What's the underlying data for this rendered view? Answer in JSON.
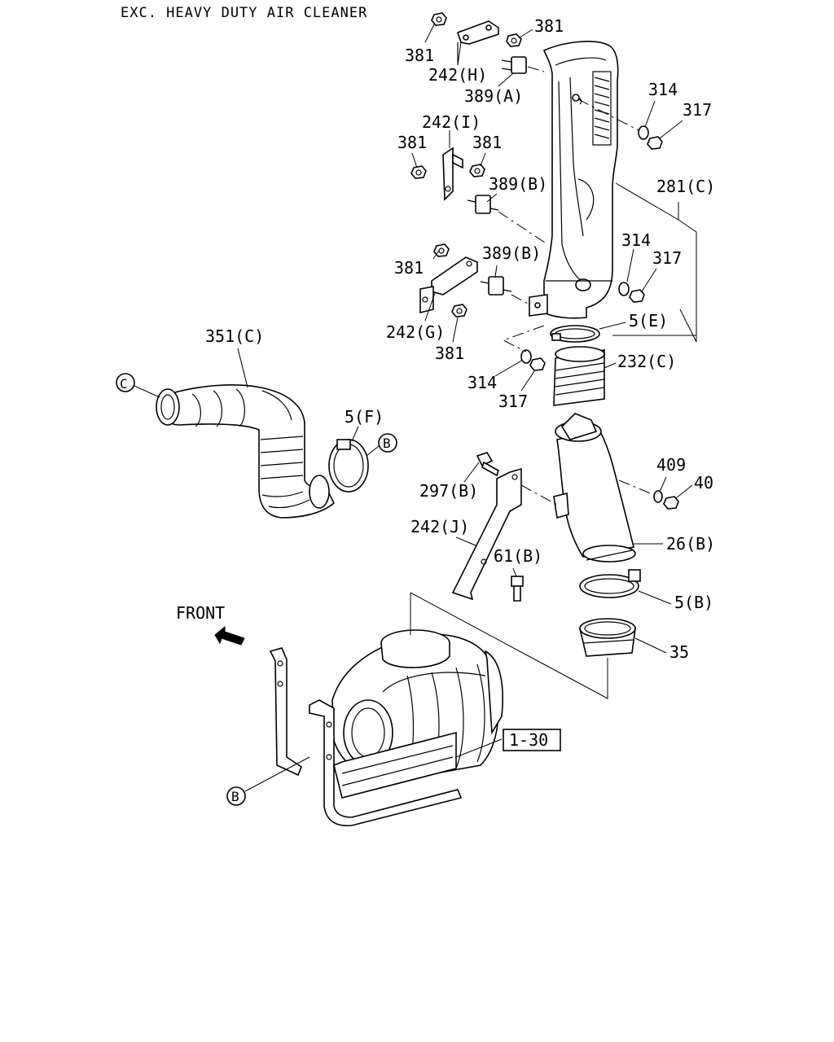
{
  "title": "EXC. HEAVY DUTY AIR CLEANER",
  "front_label": "FRONT",
  "ref_box": "1-30",
  "callouts": {
    "c_left": "C",
    "b_right": "B",
    "b_bottom": "B"
  },
  "labels": {
    "l381_a": "381",
    "l381_b": "381",
    "l242h": "242(H)",
    "l389a": "389(A)",
    "l314_a": "314",
    "l317_a": "317",
    "l242i": "242(I)",
    "l381_c": "381",
    "l381_d": "381",
    "l389b_a": "389(B)",
    "l281c": "281(C)",
    "l314_b": "314",
    "l317_b": "317",
    "l381_e": "381",
    "l389b_b": "389(B)",
    "l5e": "5(E)",
    "l242g": "242(G)",
    "l381_f": "381",
    "l351c": "351(C)",
    "l232c": "232(C)",
    "l314_c": "314",
    "l317_c": "317",
    "l5f": "5(F)",
    "l409": "409",
    "l40": "40",
    "l297b": "297(B)",
    "l242j": "242(J)",
    "l26b": "26(B)",
    "l61b": "61(B)",
    "l5b": "5(B)",
    "l35": "35"
  }
}
